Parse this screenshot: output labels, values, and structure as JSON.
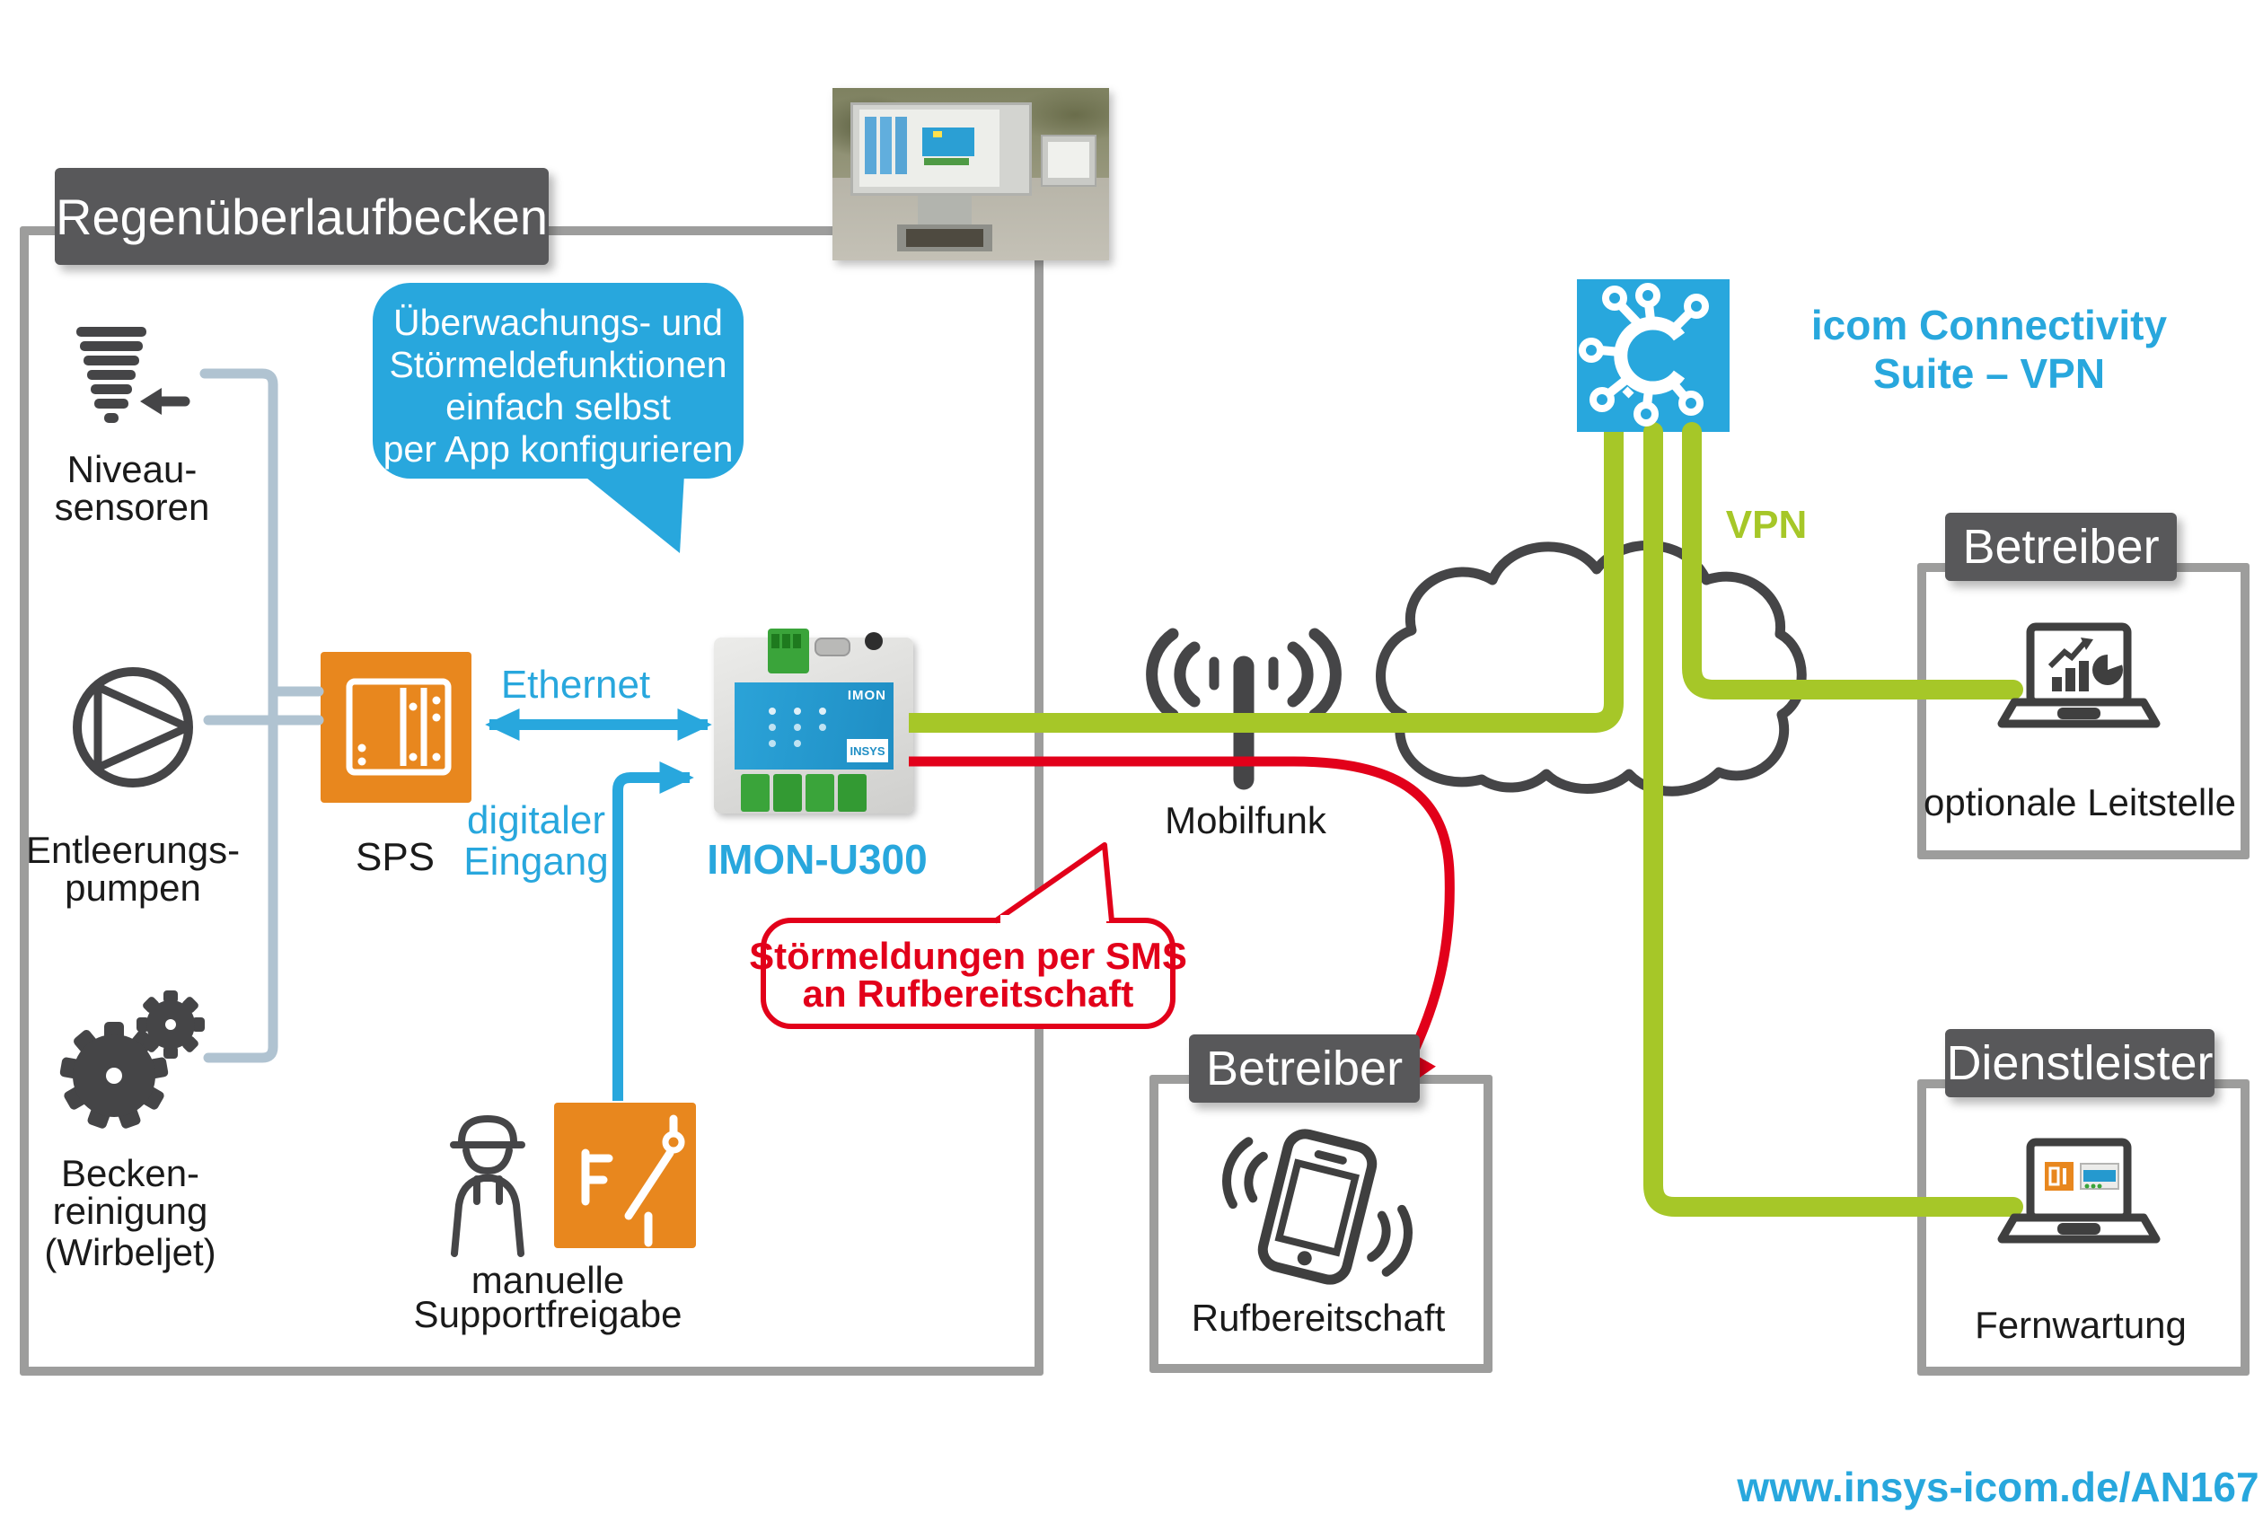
{
  "colors": {
    "accent_blue": "#28a7dd",
    "brand_green": "#a6c728",
    "alert_red": "#e2001a",
    "machine_orange": "#e8871e",
    "label_gray": "#58585a",
    "frame_gray": "#9d9d9c",
    "icon_gray": "#454547",
    "connector_gray": "#b0c3d1"
  },
  "region": {
    "label": "Regenüberlaufbecken"
  },
  "sensors": {
    "niveau": {
      "line1": "Niveau-",
      "line2": "sensoren"
    },
    "pumps": {
      "line1": "Entleerungs-",
      "line2": "pumpen"
    },
    "cleaning": {
      "line1": "Becken-",
      "line2": "reinigung",
      "line3": "(Wirbeljet)"
    }
  },
  "plc": {
    "label": "SPS"
  },
  "app_bubble": {
    "line1": "Überwachungs- und",
    "line2": "Störmeldefunktionen",
    "line3": "einfach selbst",
    "line4": "per App konfigurieren"
  },
  "links": {
    "ethernet": "Ethernet",
    "digital1": "digitaler",
    "digital2": "Eingang",
    "mobile": "Mobilfunk",
    "vpn": "VPN"
  },
  "device": {
    "name": "IMON-U300",
    "front_brand": "IMON",
    "maker": "INSYS"
  },
  "support": {
    "line1": "manuelle",
    "line2": "Supportfreigabe"
  },
  "sms_bubble": {
    "line1": "Störmeldungen per SMS",
    "line2": "an Rufbereitschaft"
  },
  "suite": {
    "line1": "icom Connectivity",
    "line2": "Suite – VPN"
  },
  "operator_hq": {
    "label": "Betreiber",
    "caption": "optionale Leitstelle"
  },
  "operator_oncall": {
    "label": "Betreiber",
    "caption": "Rufbereitschaft"
  },
  "service": {
    "label": "Dienstleister",
    "caption": "Fernwartung"
  },
  "footer": {
    "url": "www.insys-icom.de/AN167"
  }
}
